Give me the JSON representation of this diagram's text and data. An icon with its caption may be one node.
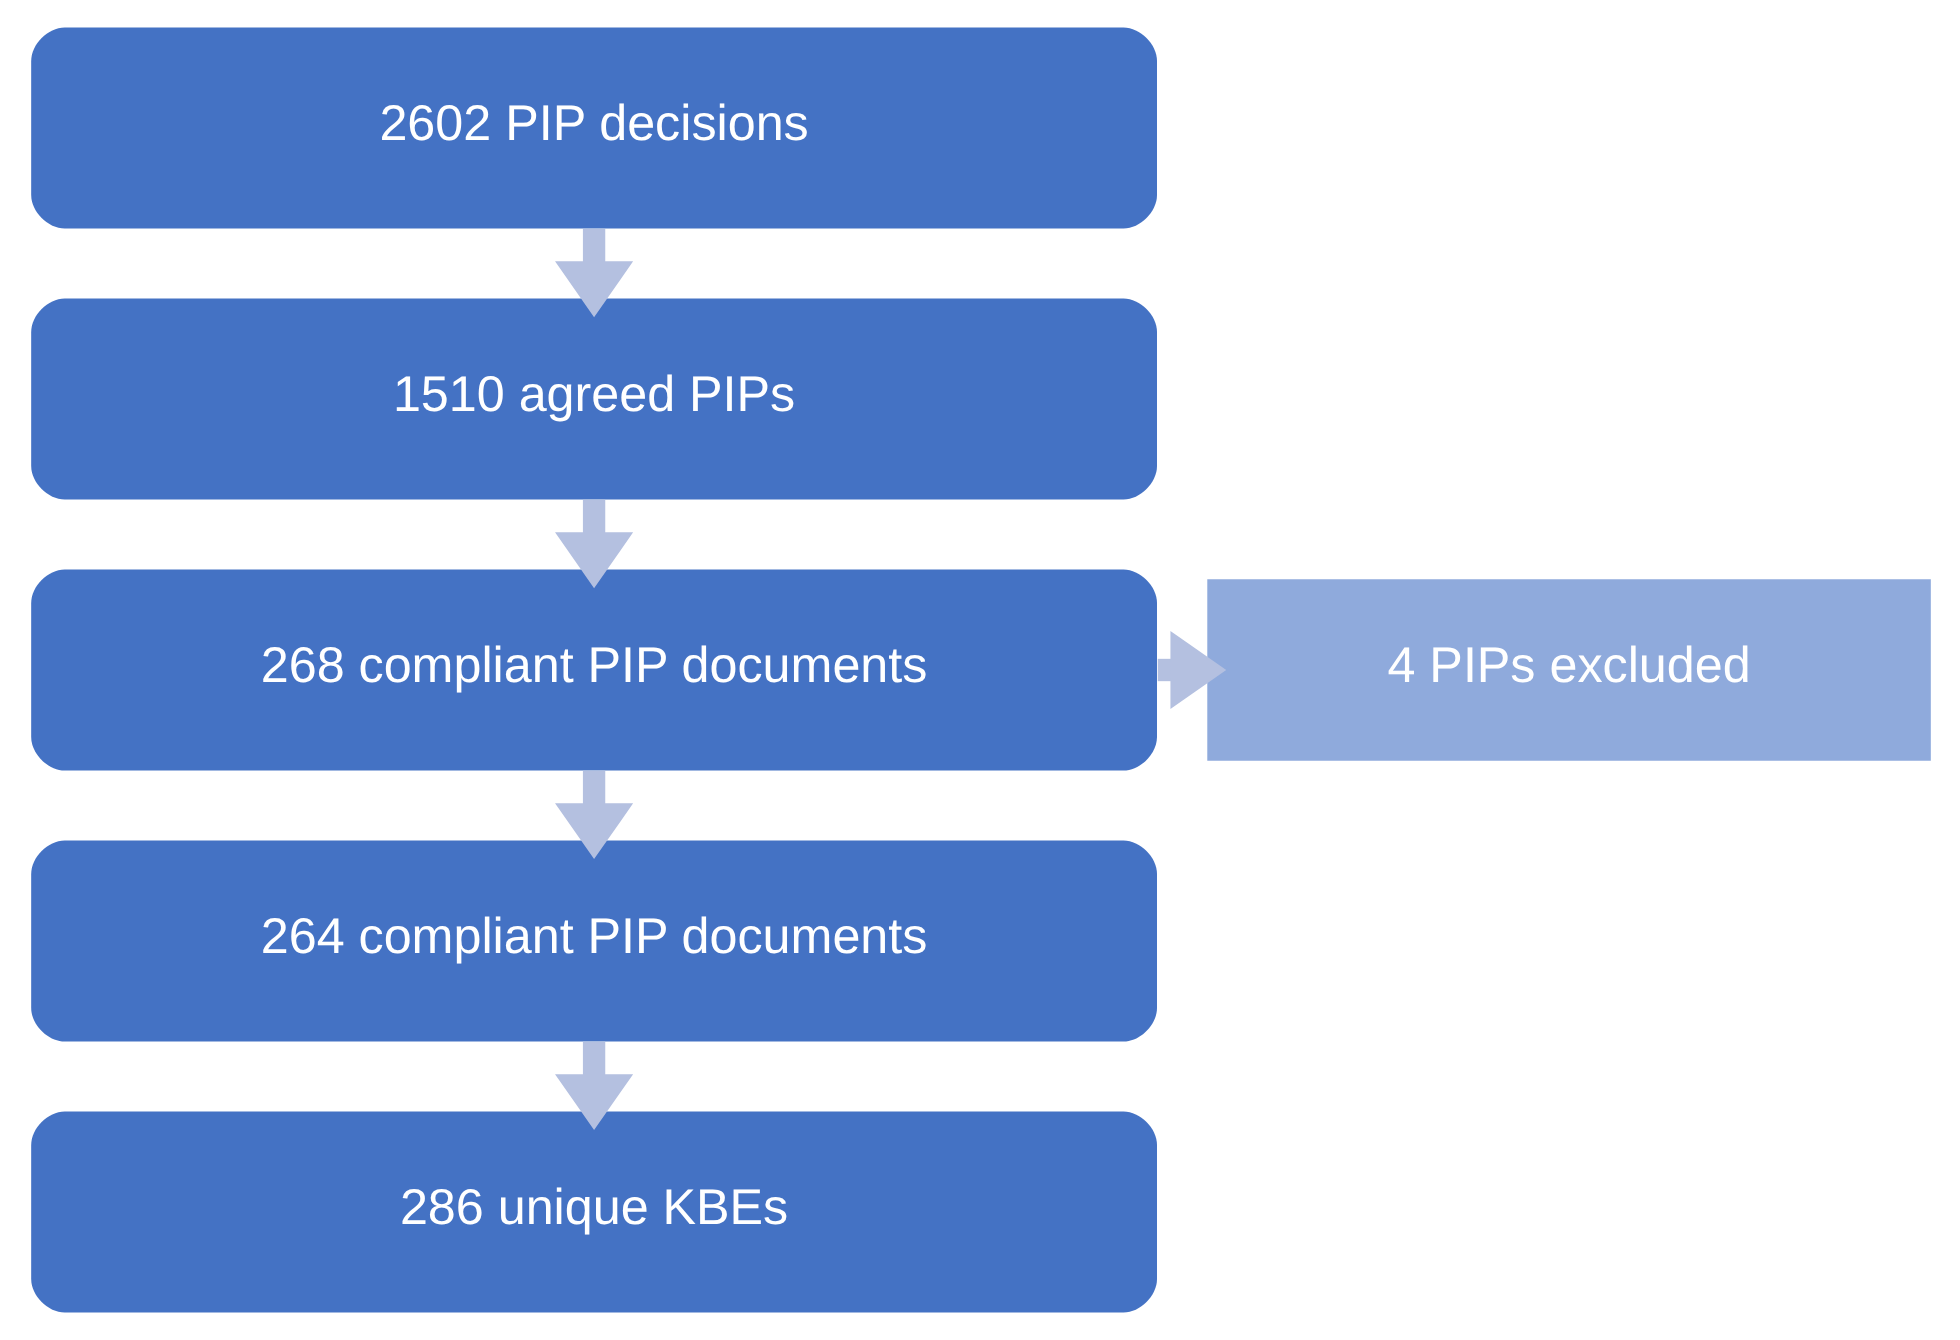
{
  "diagram": {
    "nodes": [
      {
        "text": [
          "2602 PIP decisions"
        ]
      },
      {
        "text": [
          "1510 agreed PIPs"
        ]
      },
      {
        "text": [
          "268 compliant PIP documents"
        ]
      },
      {
        "text": [
          "264 compliant PIP documents"
        ]
      },
      {
        "text": [
          "286 unique KBEs"
        ]
      },
      {
        "text": [
          "4 PIPs excluded"
        ]
      }
    ],
    "edges": [
      {
        "from": 0,
        "to": 1,
        "arrow": "to"
      },
      {
        "from": 1,
        "to": 2,
        "arrow": "to"
      },
      {
        "from": 2,
        "to": 3,
        "arrow": "to"
      },
      {
        "from": 3,
        "to": 4,
        "arrow": "to"
      },
      {
        "from": 2,
        "to": 5,
        "arrow": "to"
      }
    ]
  }
}
